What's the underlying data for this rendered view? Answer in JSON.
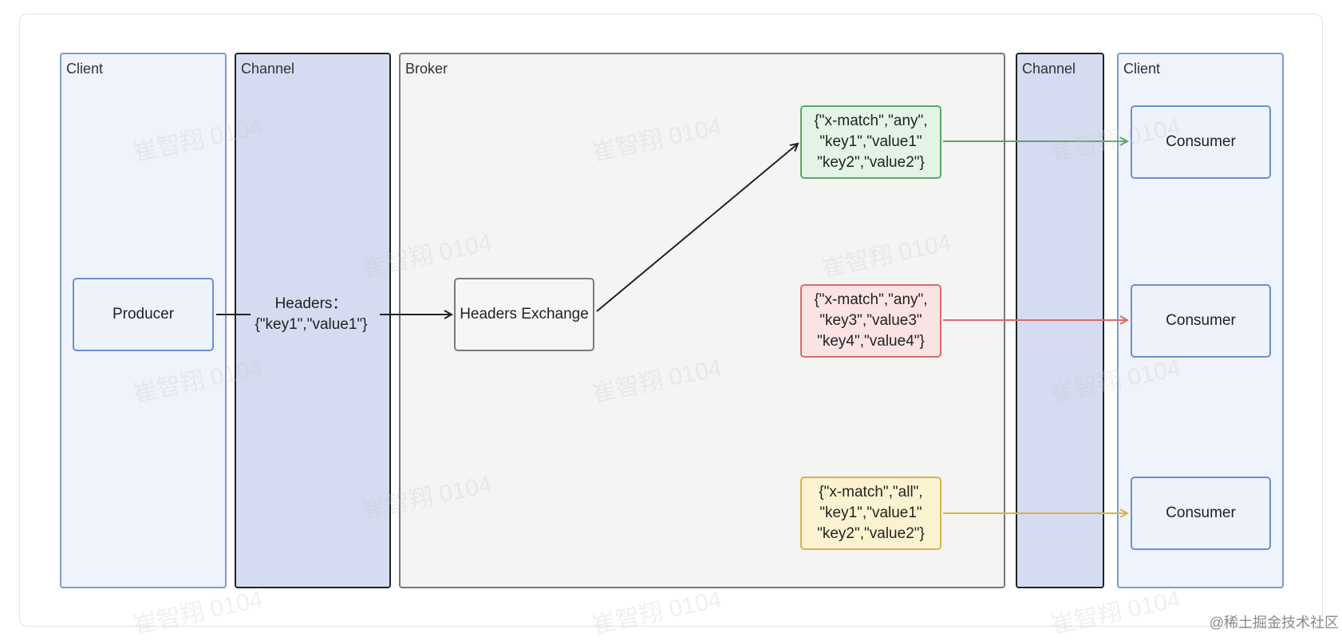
{
  "lanes": {
    "left_client": "Client",
    "left_channel": "Channel",
    "broker": "Broker",
    "right_channel": "Channel",
    "right_client": "Client"
  },
  "nodes": {
    "producer": "Producer",
    "message_headers": "Headers：\n{\"key1\",\"value1\"}",
    "exchange": "Headers Exchange",
    "binding_green": "{\"x-match\",\"any\",\n\"key1\",\"value1\"\n\"key2\",\"value2\"}",
    "binding_red": "{\"x-match\",\"any\",\n\"key3\",\"value3\"\n\"key4\",\"value4\"}",
    "binding_yellow": "{\"x-match\",\"all\",\n\"key1\",\"value1\"\n\"key2\",\"value2\"}",
    "consumer_1": "Consumer",
    "consumer_2": "Consumer",
    "consumer_3": "Consumer"
  },
  "colors": {
    "green": "#57a866",
    "red": "#d76b6b",
    "yellow": "#d8b24c",
    "black": "#222222"
  },
  "watermark": "崔智翔 0104",
  "credit": "@稀土掘金技术社区"
}
